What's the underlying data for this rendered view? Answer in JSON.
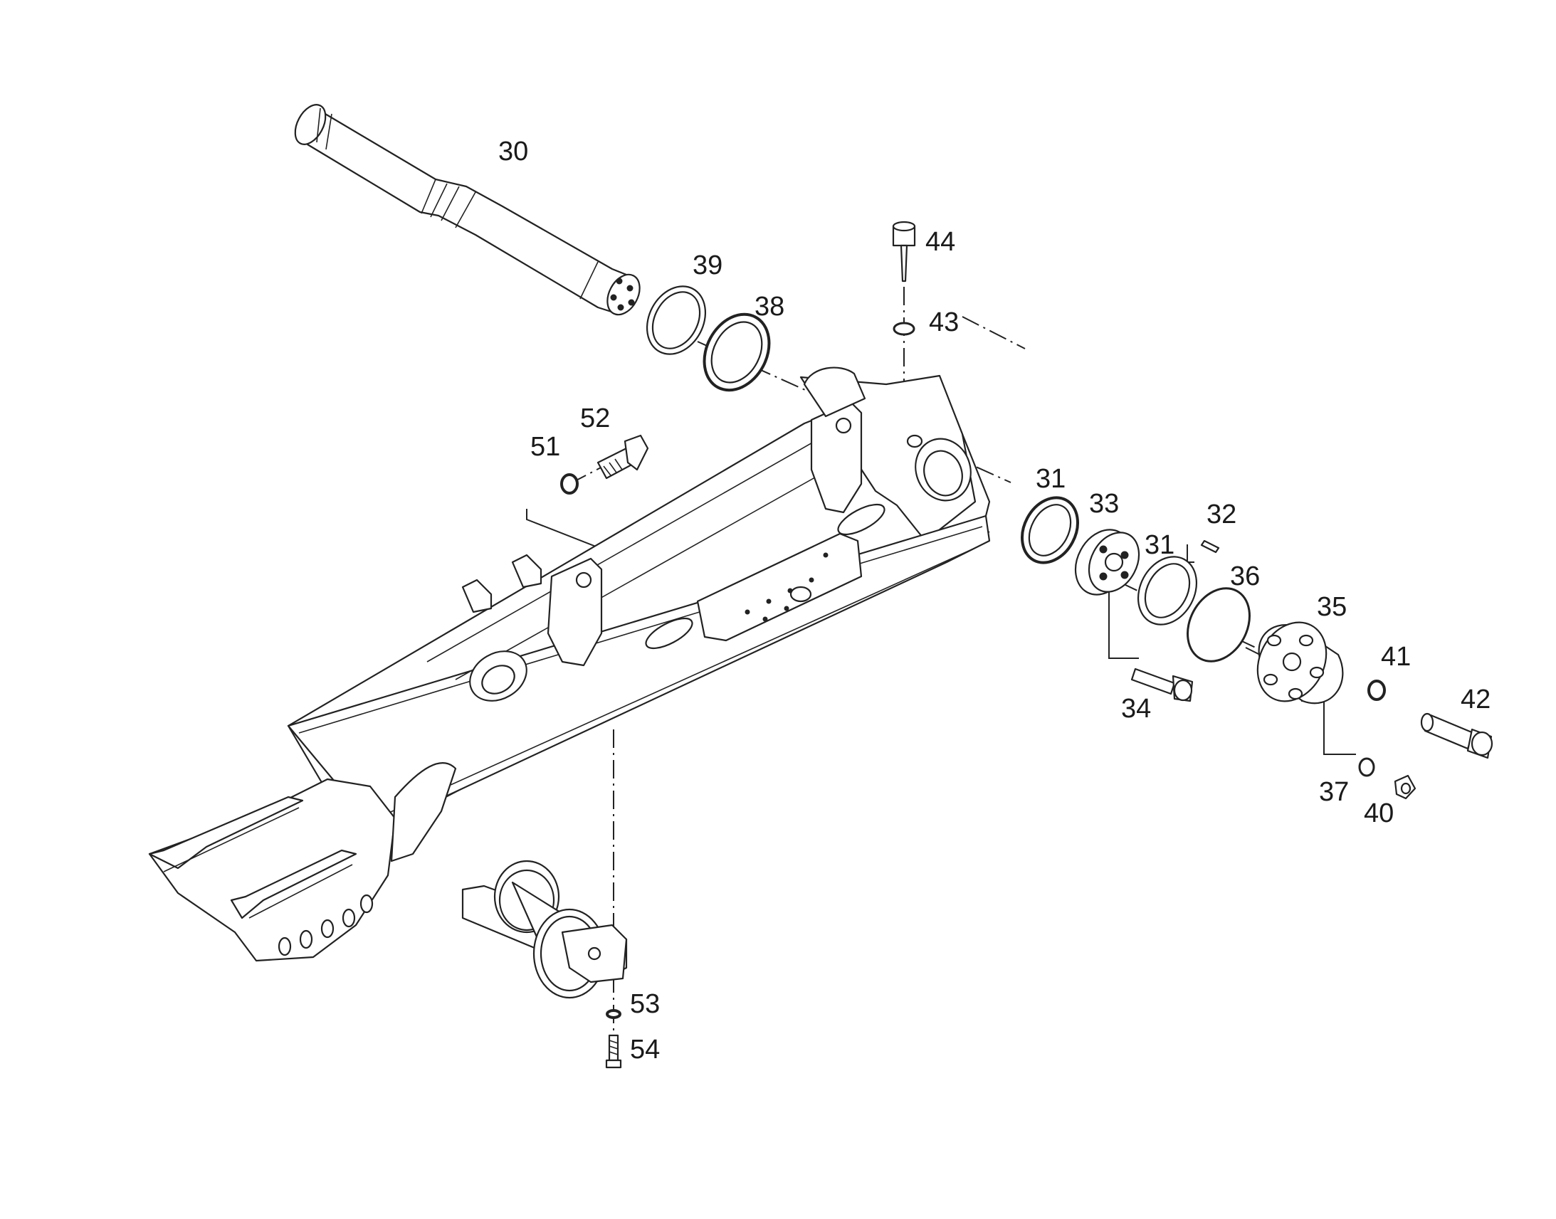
{
  "labels": {
    "p30": "30",
    "p31a": "31",
    "p31b": "31",
    "p32": "32",
    "p33": "33",
    "p34": "34",
    "p35": "35",
    "p36": "36",
    "p37": "37",
    "p38": "38",
    "p39": "39",
    "p40": "40",
    "p41": "41",
    "p42": "42",
    "p43": "43",
    "p44": "44",
    "p51": "51",
    "p52": "52",
    "p53": "53",
    "p54": "54"
  }
}
